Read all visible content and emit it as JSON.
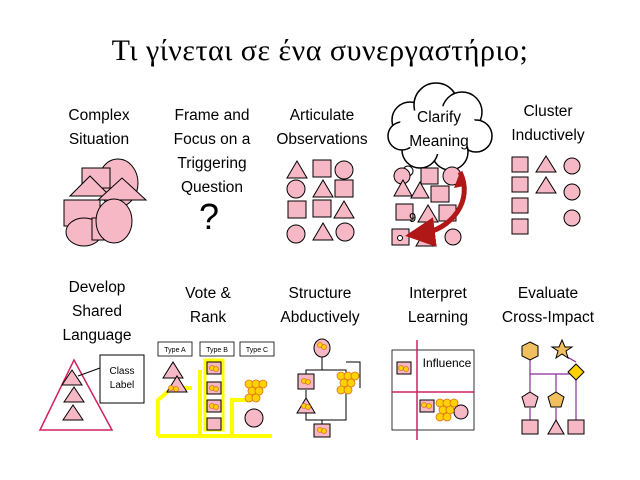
{
  "title": "Τι γίνεται σε ένα συνεργαστήριο;",
  "stages": [
    {
      "id": "complex-situation",
      "lines": [
        "Complex",
        "Situation"
      ]
    },
    {
      "id": "frame-and-focus",
      "lines": [
        "Frame and",
        "Focus on a",
        "Triggering",
        "Question"
      ],
      "symbol": "?"
    },
    {
      "id": "articulate-observations",
      "lines": [
        "Articulate",
        "Observations"
      ]
    },
    {
      "id": "clarify-meaning",
      "lines": [
        "Clarify",
        "Meaning"
      ]
    },
    {
      "id": "cluster-inductively",
      "lines": [
        "Cluster",
        "Inductively"
      ]
    },
    {
      "id": "develop-shared-language",
      "lines": [
        "Develop",
        "Shared",
        "Language"
      ],
      "callout": [
        "Class",
        "Label"
      ]
    },
    {
      "id": "vote-and-rank",
      "lines": [
        "Vote &",
        "Rank"
      ],
      "tags": [
        "Type A",
        "Type B",
        "Type C"
      ]
    },
    {
      "id": "structure-abductively",
      "lines": [
        "Structure",
        "Abductively"
      ]
    },
    {
      "id": "interpret-learning",
      "lines": [
        "Interpret",
        "Learning"
      ],
      "box_label": "Influence"
    },
    {
      "id": "evaluate-cross-impact",
      "lines": [
        "Evaluate",
        "Cross-Impact"
      ]
    }
  ],
  "colors": {
    "shape_fill": "#f7b8c6",
    "outline": "#000000",
    "dot_fill": "#ffd200",
    "dot_stroke": "#e07020",
    "highlight": "#ffff00",
    "arrow": "#b01818",
    "link": "#8a2a9a",
    "interpret_line": "#d02060",
    "star_fill": "#f0c060"
  }
}
